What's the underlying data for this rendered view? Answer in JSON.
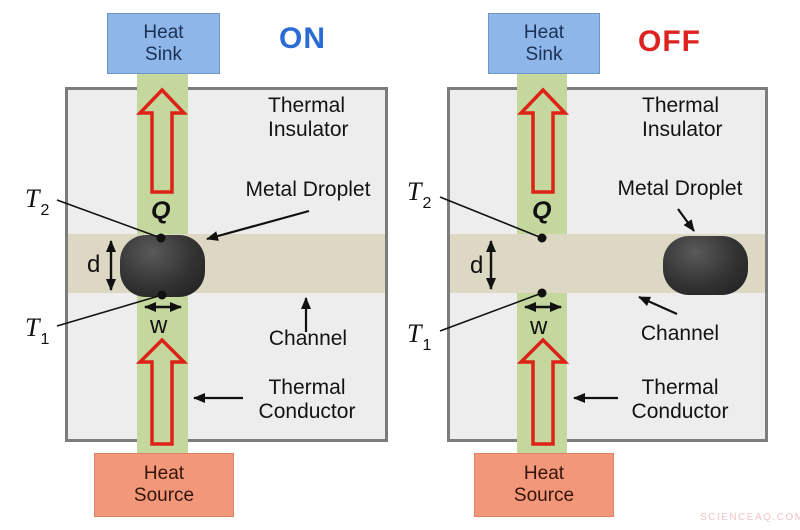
{
  "figure": {
    "panels": {
      "on": {
        "state_label": "ON"
      },
      "off": {
        "state_label": "OFF"
      }
    },
    "labels": {
      "heat_sink_line1": "Heat",
      "heat_sink_line2": "Sink",
      "heat_source_line1": "Heat",
      "heat_source_line2": "Source",
      "thermal_insulator_line1": "Thermal",
      "thermal_insulator_line2": "Insulator",
      "metal_droplet": "Metal Droplet",
      "channel": "Channel",
      "thermal_conductor_line1": "Thermal",
      "thermal_conductor_line2": "Conductor",
      "heat_flow": "Q",
      "temp_top_base": "T",
      "temp_top_sub": "2",
      "temp_bottom_base": "T",
      "temp_bottom_sub": "1",
      "droplet_diameter": "d",
      "conductor_width": "w"
    },
    "watermark": "SCIENCEAQ.COM"
  },
  "colors": {
    "insulator_fill": "#EDEDED",
    "insulator_border": "#7C7C7C",
    "conductor_fill": "#C4D79D",
    "channel_fill": "#DDD8C3",
    "heat_sink_fill": "#8FB6E8",
    "heat_sink_text": "#1B3055",
    "heat_source_fill": "#F3977B",
    "heat_source_text": "#351509",
    "state_on": "#2B6BD4",
    "state_off": "#DD2220",
    "heat_arrow": "#DD2218",
    "annotation": "#111111",
    "droplet_light": "#5A5A5A",
    "droplet_mid": "#333333",
    "droplet_dark": "#1E1E1E",
    "watermark_color": "#EFC5C3"
  }
}
